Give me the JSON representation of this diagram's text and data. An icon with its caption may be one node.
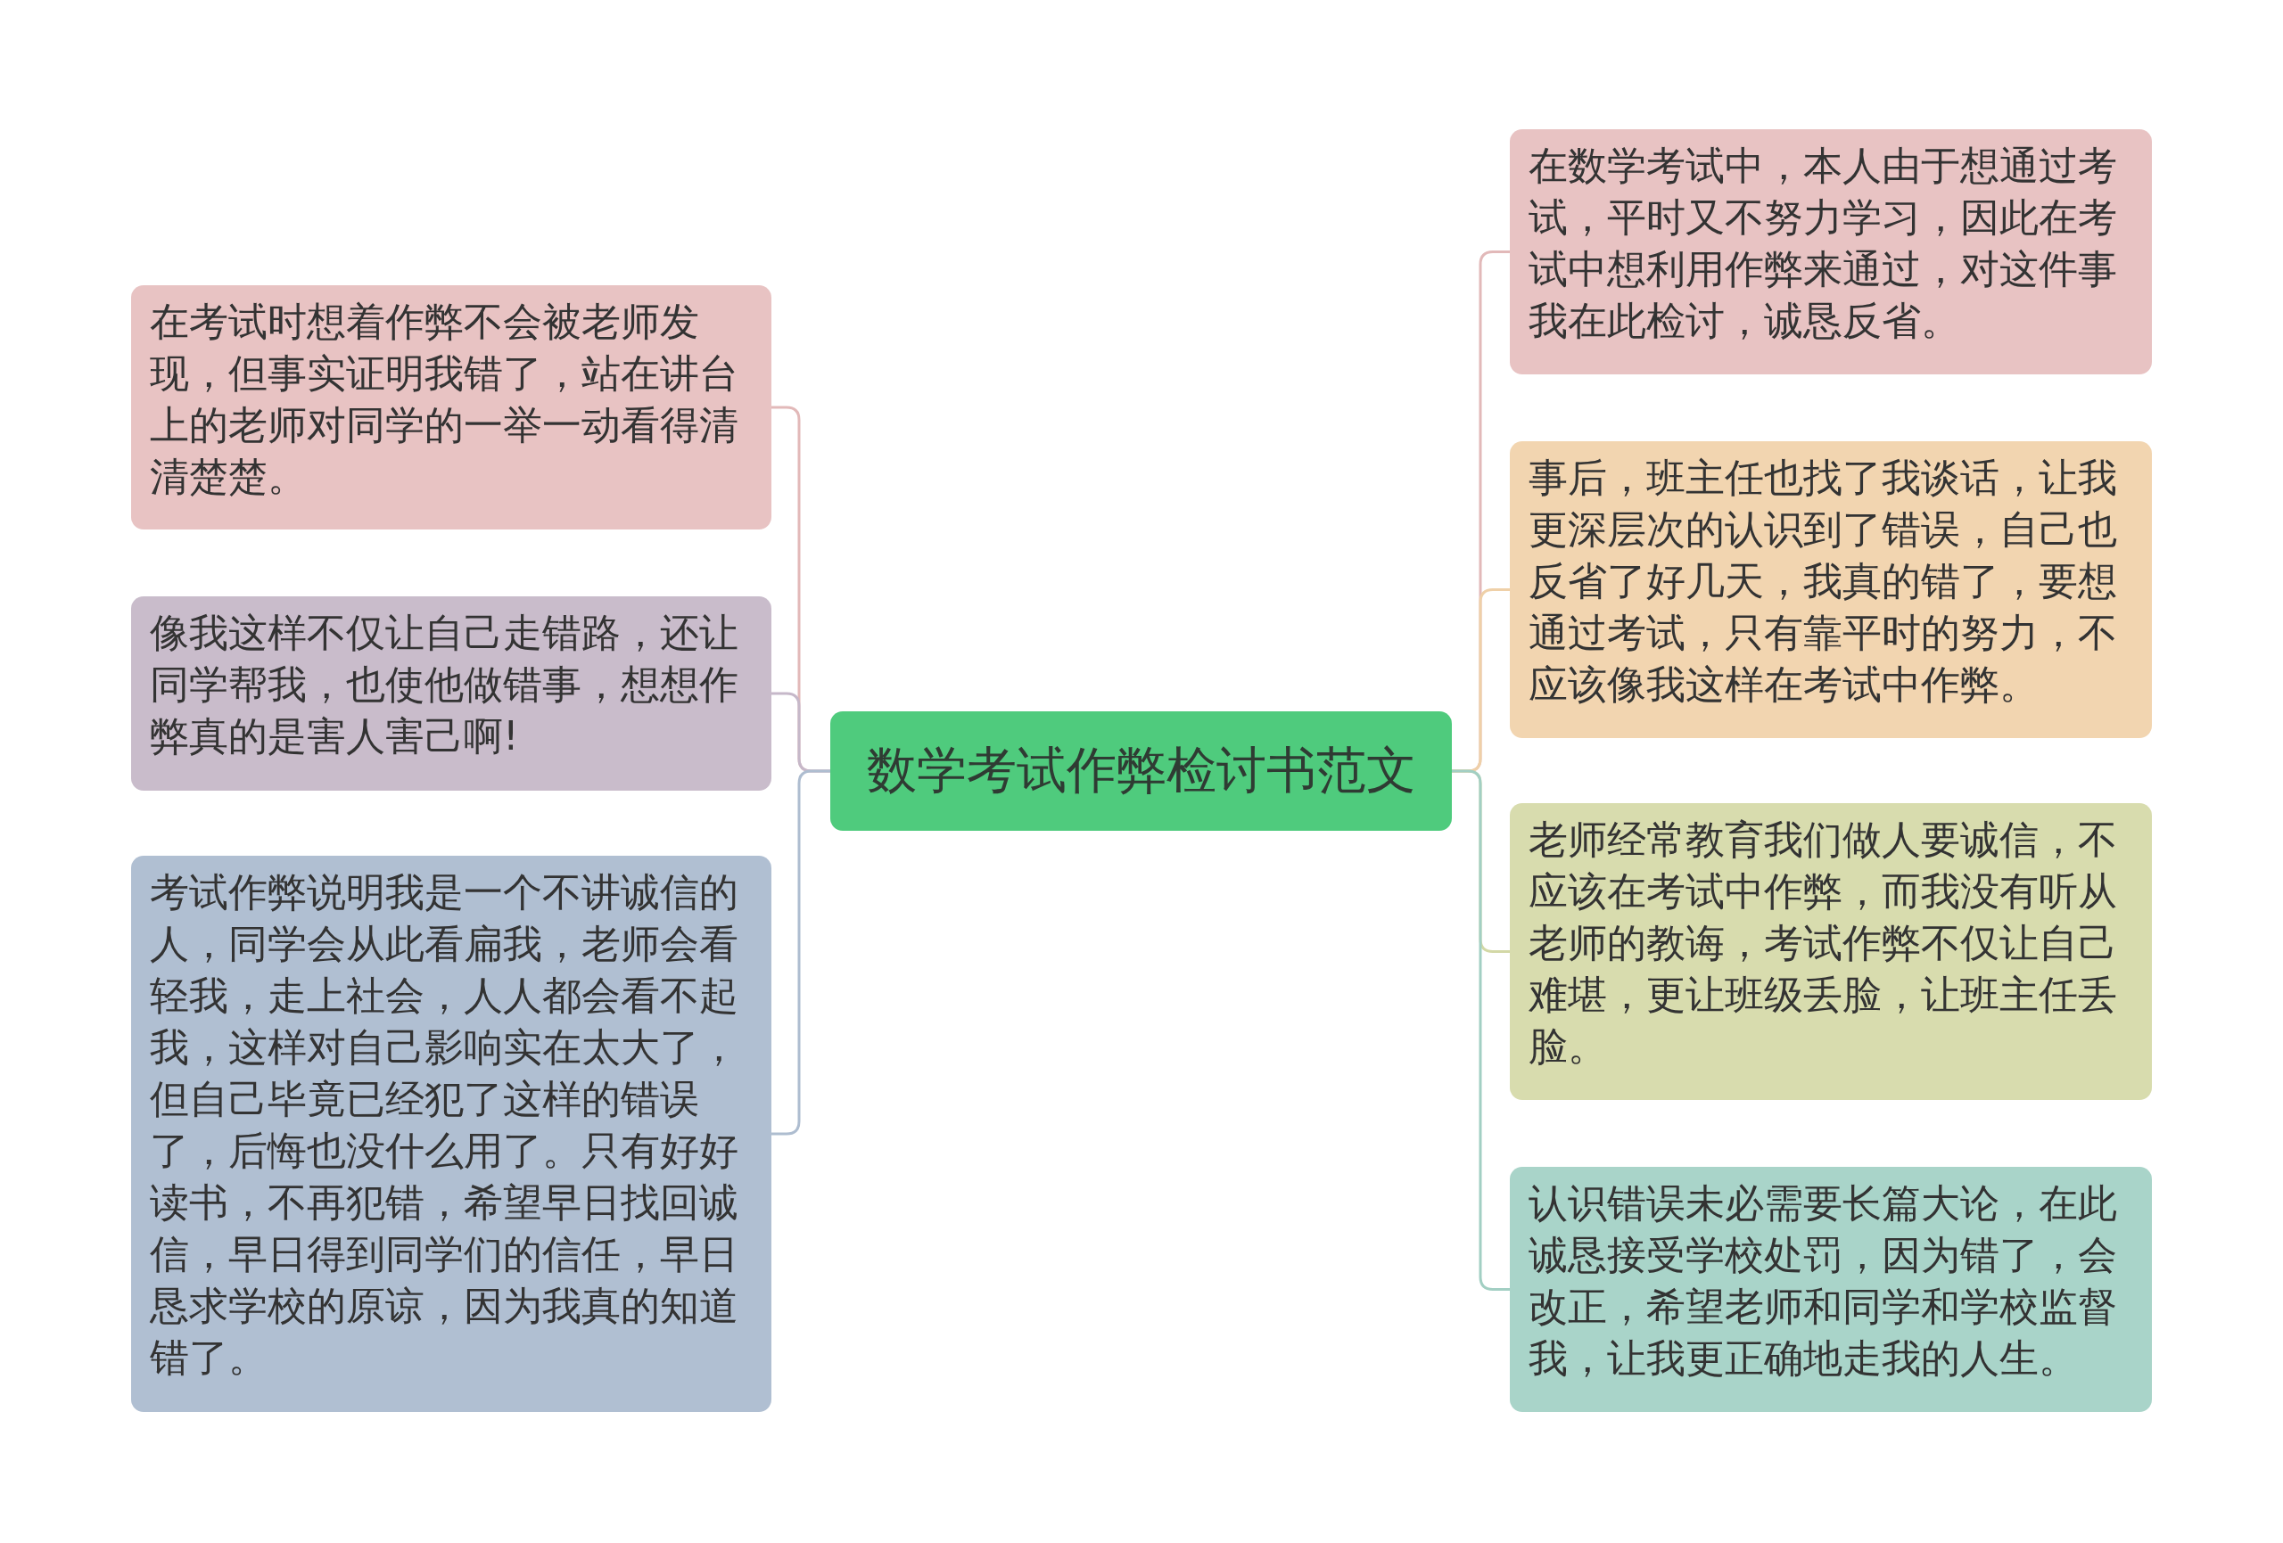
{
  "diagram": {
    "nodes": [
      {
        "text": [
          "数学考试作弊检讨书范文"
        ]
      },
      {
        "text": [
          "在考试时想着作弊不会被老师发现，但事实证明我错了，站在讲台上的老师对同学的一举一动看得清清楚楚。"
        ]
      },
      {
        "text": [
          "像我这样不仅让自己走错路，还让同学帮我，也使他做错事，想想作弊真的是害人害己啊!"
        ]
      },
      {
        "text": [
          "考试作弊说明我是一个不讲诚信的人，同学会从此看扁我，老师会看轻我，走上社会，人人都会看不起我，这样对自己影响实在太大了，但自己毕竟已经犯了这样的错误了，后悔也没什么用了。只有好好读书，不再犯错，希望早日找回诚信，早日得到同学们的信任，早日恳求学校的原谅，因为我真的知道错了。"
        ]
      },
      {
        "text": [
          "在数学考试中，本人由于想通过考试，平时又不努力学习，因此在考试中想利用作弊来通过，对这件事我在此检讨，诚恳反省。"
        ]
      },
      {
        "text": [
          "事后，班主任也找了我谈话，让我更深层次的认识到了错误，自己也反省了好几天，我真的错了，要想通过考试，只有靠平时的努力，不应该像我这样在考试中作弊。"
        ]
      },
      {
        "text": [
          "老师经常教育我们做人要诚信，不应该在考试中作弊，而我没有听从老师的教诲，考试作弊不仅让自己难堪，更让班级丢脸，让班主任丢脸。"
        ]
      },
      {
        "text": [
          "认识错误未必需要长篇大论，在此诚恳接受学校处罚，因为错了，会改正，希望老师和同学和学校监督我，让我更正确地走我的人生。"
        ]
      }
    ],
    "edges": [
      {
        "from": 0,
        "to": 1,
        "arrow": "none"
      },
      {
        "from": 0,
        "to": 2,
        "arrow": "none"
      },
      {
        "from": 0,
        "to": 3,
        "arrow": "none"
      },
      {
        "from": 0,
        "to": 4,
        "arrow": "none"
      },
      {
        "from": 0,
        "to": 5,
        "arrow": "none"
      },
      {
        "from": 0,
        "to": 6,
        "arrow": "none"
      },
      {
        "from": 0,
        "to": 7,
        "arrow": "none"
      }
    ]
  }
}
